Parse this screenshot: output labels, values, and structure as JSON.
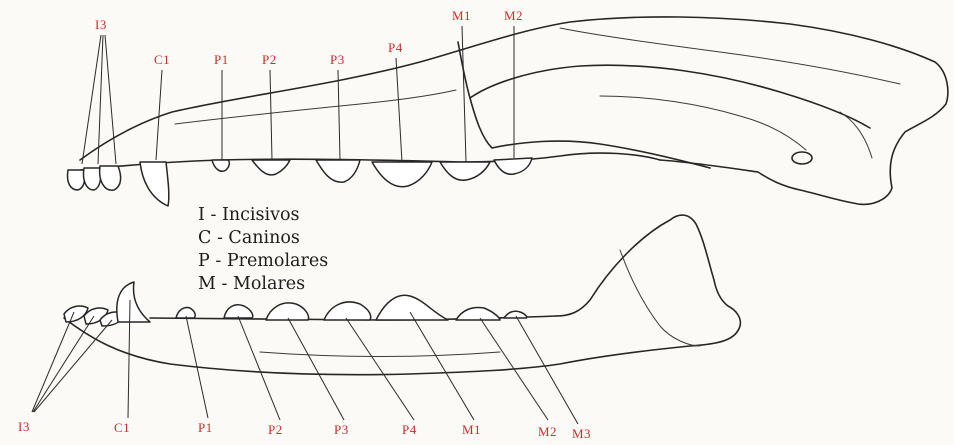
{
  "upper_labels": {
    "I3": "I3",
    "C1": "C1",
    "P1": "P1",
    "P2": "P2",
    "P3": "P3",
    "P4": "P4",
    "M1": "M1",
    "M2": "M2"
  },
  "lower_labels": {
    "I3": "I3",
    "C1": "C1",
    "P1": "P1",
    "P2": "P2",
    "P3": "P3",
    "P4": "P4",
    "M1": "M1",
    "M2": "M2",
    "M3": "M3"
  },
  "legend": [
    "I - Incisivos",
    "C - Caninos",
    "P - Premolares",
    "M - Molares"
  ],
  "colors": {
    "label_red": "#d42a2a",
    "ink": "#262626",
    "background": "#fbfaf6"
  }
}
